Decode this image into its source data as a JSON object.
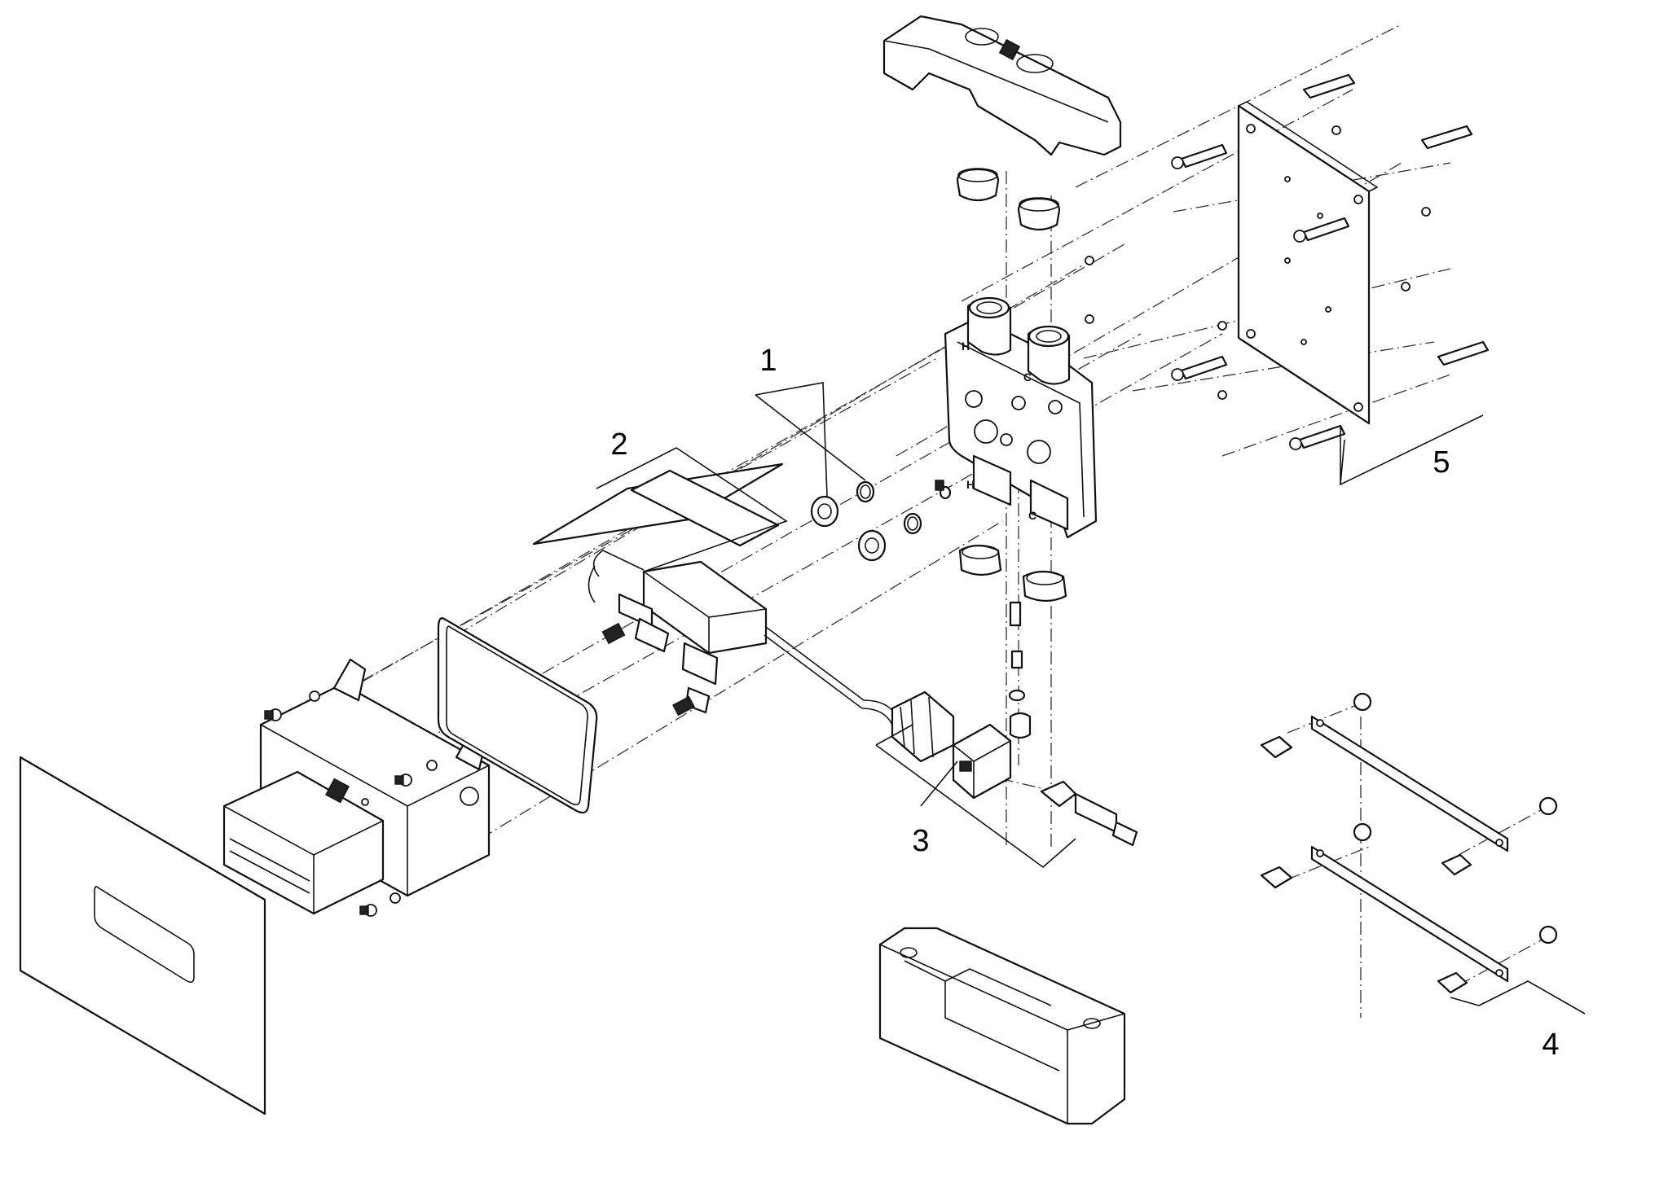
{
  "callouts": [
    {
      "label": "1"
    },
    {
      "label": "2"
    },
    {
      "label": "3"
    },
    {
      "label": "4"
    },
    {
      "label": "5"
    }
  ],
  "markings": {
    "hot": "H",
    "cold": "C"
  }
}
